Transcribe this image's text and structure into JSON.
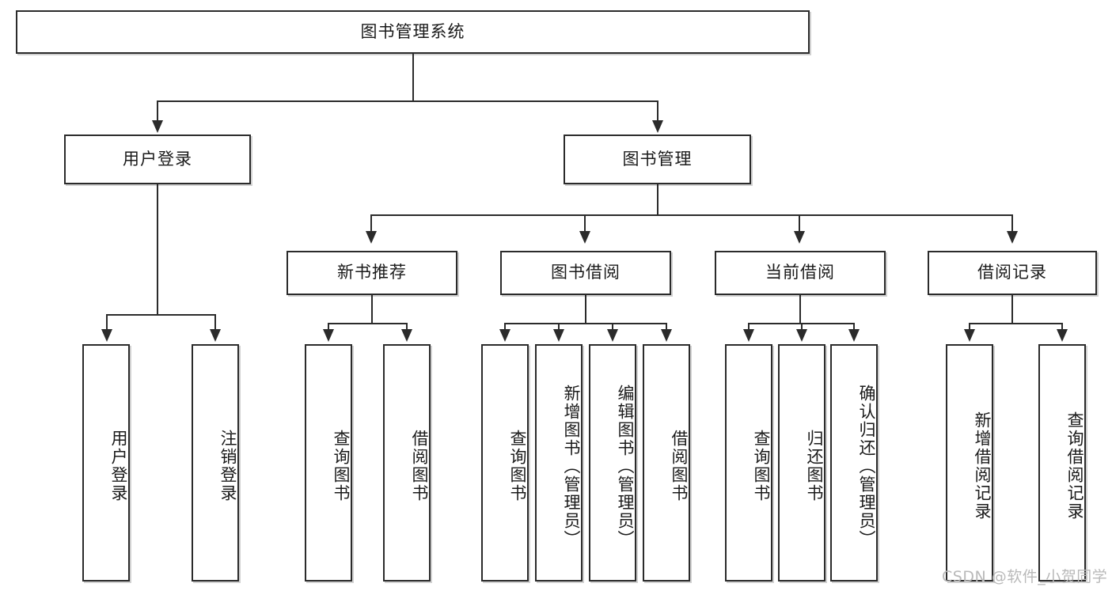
{
  "diagram": {
    "type": "tree-hierarchy-diagram",
    "title": "图书管理系统",
    "root": {
      "label": "图书管理系统",
      "children": [
        {
          "label": "用户登录",
          "children": [
            {
              "label": "用户登录"
            },
            {
              "label": "注销登录"
            }
          ]
        },
        {
          "label": "图书管理",
          "children": [
            {
              "label": "新书推荐",
              "children": [
                {
                  "label": "查询图书"
                },
                {
                  "label": "借阅图书"
                }
              ]
            },
            {
              "label": "图书借阅",
              "children": [
                {
                  "label": "查询图书"
                },
                {
                  "label": "新增图书（管理员）"
                },
                {
                  "label": "编辑图书（管理员）"
                },
                {
                  "label": "借阅图书"
                }
              ]
            },
            {
              "label": "当前借阅",
              "children": [
                {
                  "label": "查询图书"
                },
                {
                  "label": "归还图书"
                },
                {
                  "label": "确认归还（管理员）"
                }
              ]
            },
            {
              "label": "借阅记录",
              "children": [
                {
                  "label": "新增借阅记录"
                },
                {
                  "label": "查询借阅记录"
                }
              ]
            }
          ]
        }
      ]
    },
    "nodes": {
      "root": "图书管理系统",
      "l2_user_login": "用户登录",
      "l2_book_mgmt": "图书管理",
      "l3_new_book_rec": "新书推荐",
      "l3_book_borrow": "图书借阅",
      "l3_current_borrow": "当前借阅",
      "l3_borrow_record": "借阅记录",
      "leaf_user_login": "用户登录",
      "leaf_logout": "注销登录",
      "leaf_rec_query": "查询图书",
      "leaf_rec_borrow": "借阅图书",
      "leaf_bb_query": "查询图书",
      "leaf_bb_add": "新增图书（管理员）",
      "leaf_bb_edit": "编辑图书（管理员）",
      "leaf_bb_borrow": "借阅图书",
      "leaf_cb_query": "查询图书",
      "leaf_cb_return": "归还图书",
      "leaf_cb_confirm": "确认归还（管理员）",
      "leaf_br_add": "新增借阅记录",
      "leaf_br_query": "查询借阅记录"
    },
    "watermark": "CSDN @软件_小贺同学",
    "colors": {
      "stroke": "#2b2b2b",
      "fill": "#ffffff",
      "text": "#1a1a1a",
      "watermark": "#b9b9b9",
      "background": "#ffffff"
    }
  }
}
